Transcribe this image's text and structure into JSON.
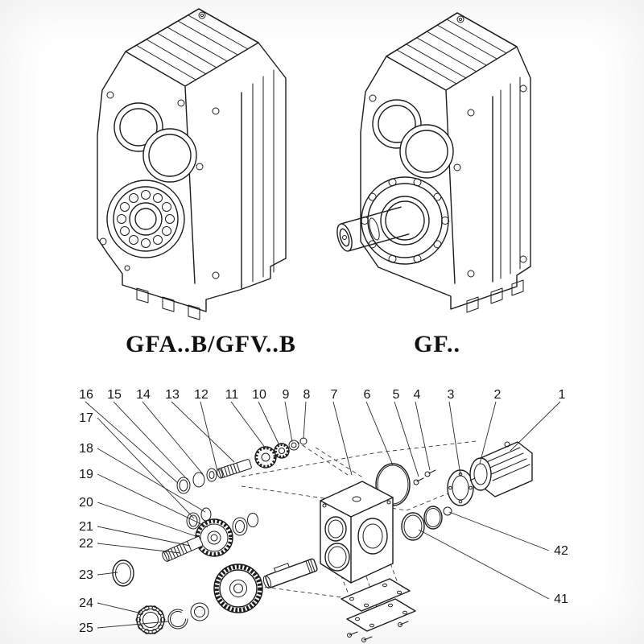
{
  "figure": {
    "model_label_left": "GFA..B/GFV..B",
    "model_label_right": "GF..",
    "callouts_top": [
      "16",
      "15",
      "14",
      "13",
      "12",
      "11",
      "10",
      "9",
      "8",
      "7",
      "6",
      "5",
      "4",
      "3",
      "2",
      "1"
    ],
    "callouts_left": [
      "17",
      "18",
      "19",
      "20",
      "21",
      "22",
      "23",
      "24",
      "25"
    ],
    "callouts_right": [
      "42",
      "41"
    ],
    "colors": {
      "line": "#1c1c1c",
      "background": "#ffffff"
    }
  }
}
